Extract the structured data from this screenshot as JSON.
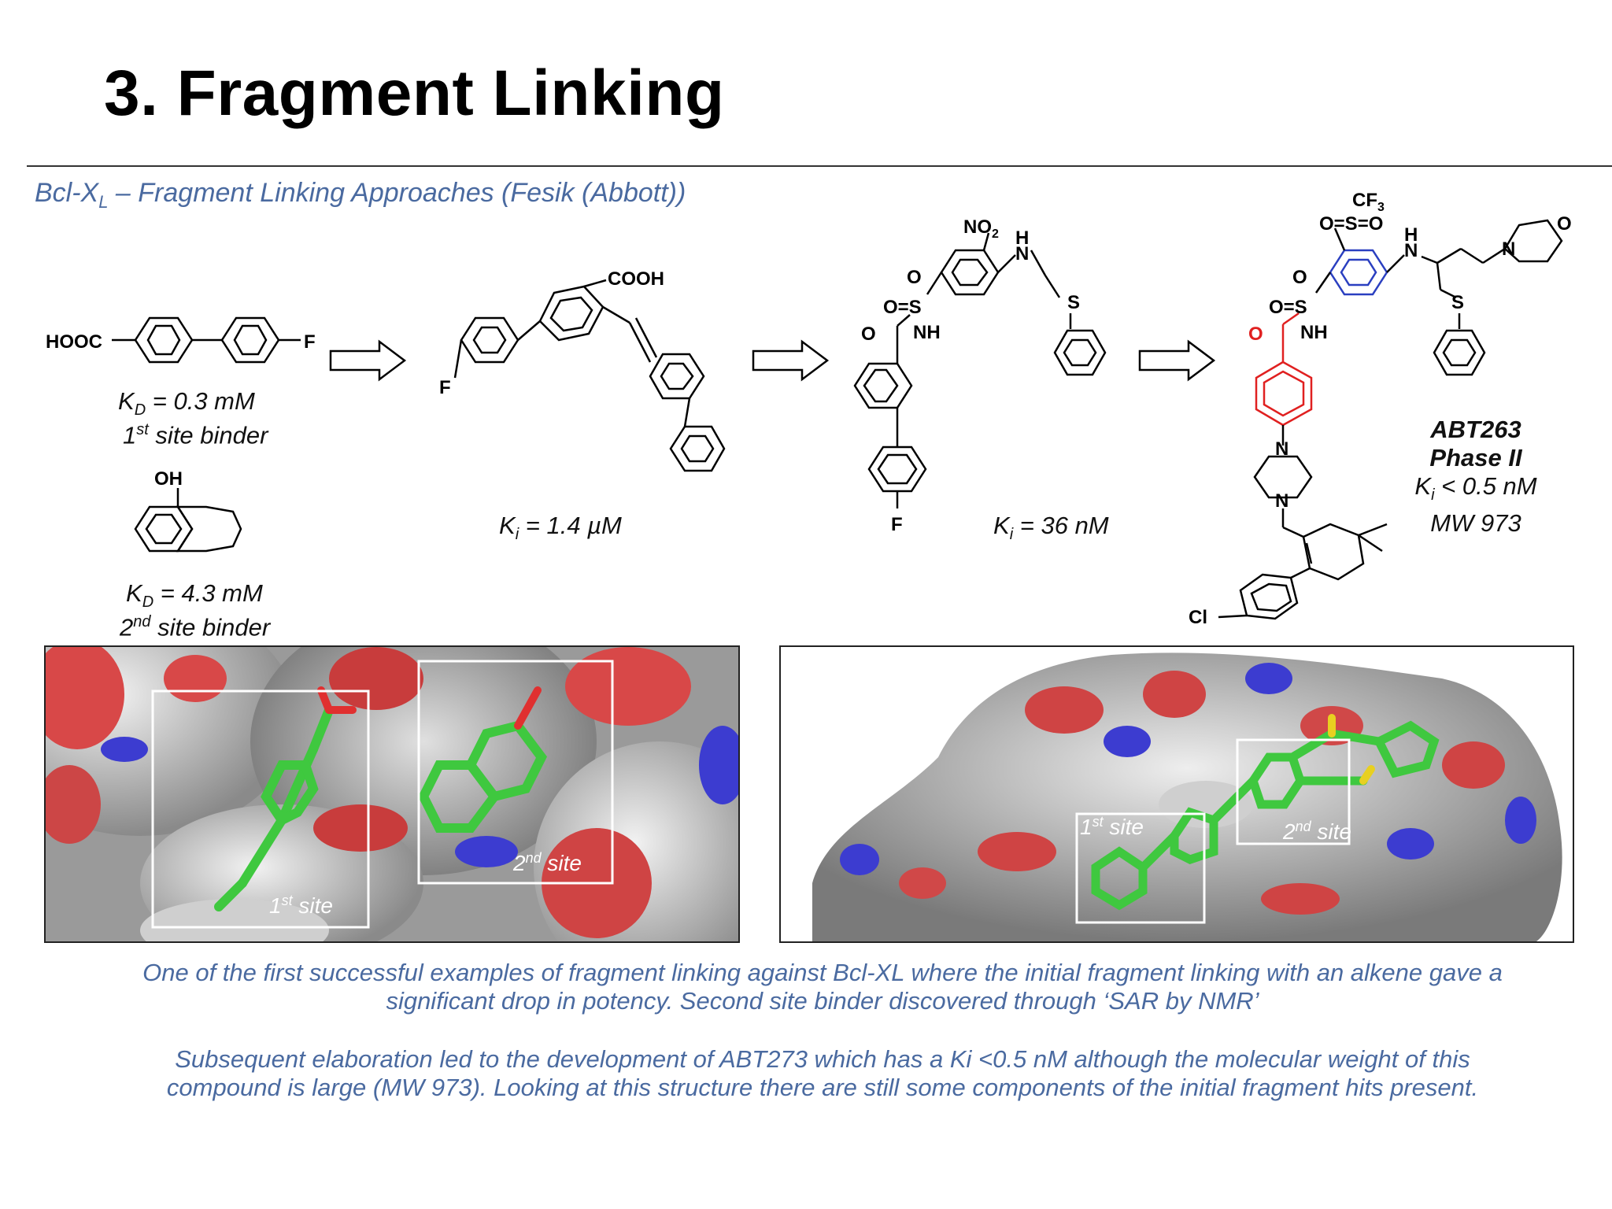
{
  "slide": {
    "title": "3.  Fragment Linking",
    "subtitle": "Bcl-X",
    "subtitle_sub": "L",
    "subtitle_rest": " – Fragment Linking Approaches (Fesik (Abbott))"
  },
  "fragments": {
    "frag1": {
      "left": "HOOC",
      "right": "F",
      "kd": "K",
      "kd_sub": "D",
      "kd_val": " = 0.3 mM",
      "site": "1",
      "site_sup": "st",
      "site_rest": " site binder"
    },
    "frag2": {
      "oh": "OH",
      "kd": "K",
      "kd_sub": "D",
      "kd_val": " = 4.3 mM",
      "site": "2",
      "site_sup": "nd",
      "site_rest": " site binder"
    }
  },
  "compounds": {
    "linked1": {
      "cooh": "COOH",
      "f": "F",
      "ki": "K",
      "ki_sub": "i",
      "ki_val": " = 1.4 µM"
    },
    "linked2": {
      "no2": "NO",
      "no2_sub": "2",
      "nh_h": "H",
      "nh_n": "N",
      "s": "S",
      "o_s": "O=S",
      "o_top": "O",
      "nh": "NH",
      "o_amide": "O",
      "f": "F",
      "ki": "K",
      "ki_sub": "i",
      "ki_val": " =  36 nM"
    },
    "abt263": {
      "cf3": "CF",
      "cf3_sub": "3",
      "so2": "O=S=O",
      "h": "H",
      "n": "N",
      "o_ring": "O",
      "n_ring": "N",
      "s": "S",
      "o_s": "O=S",
      "o_top": "O",
      "nh": "NH",
      "o_amide": "O",
      "n_pip1": "N",
      "n_pip2": "N",
      "cl": "Cl",
      "name": "ABT263",
      "phase": "Phase II",
      "ki": "K",
      "ki_sub": "i",
      "ki_val": " <  0.5 nM",
      "mw": "MW 973"
    }
  },
  "panels": {
    "left": {
      "site1": "1",
      "site1_sup": "st",
      "site1_rest": " site",
      "site2": "2",
      "site2_sup": "nd",
      "site2_rest": " site"
    },
    "right": {
      "site1": "1",
      "site1_sup": "st",
      "site1_rest": " site",
      "site2": "2",
      "site2_sup": "nd",
      "site2_rest": " site"
    }
  },
  "captions": {
    "p1_line1": "One of the first successful examples of fragment linking against Bcl-XL where the initial fragment linking with an alkene gave a",
    "p1_line2": "significant drop in potency. Second site binder discovered through ‘SAR by NMR’",
    "p2_line1": "Subsequent elaboration led to the development of ABT273 which has a Ki <0.5 nM although the molecular weight of this",
    "p2_line2": "compound is large (MW 973). Looking at this structure there are still some components of the initial fragment hits present."
  },
  "colors": {
    "caption": "#4a6aa0",
    "highlight_red": "#e02020",
    "highlight_blue": "#2a3fc0",
    "ligand_green": "#3fc83f"
  }
}
